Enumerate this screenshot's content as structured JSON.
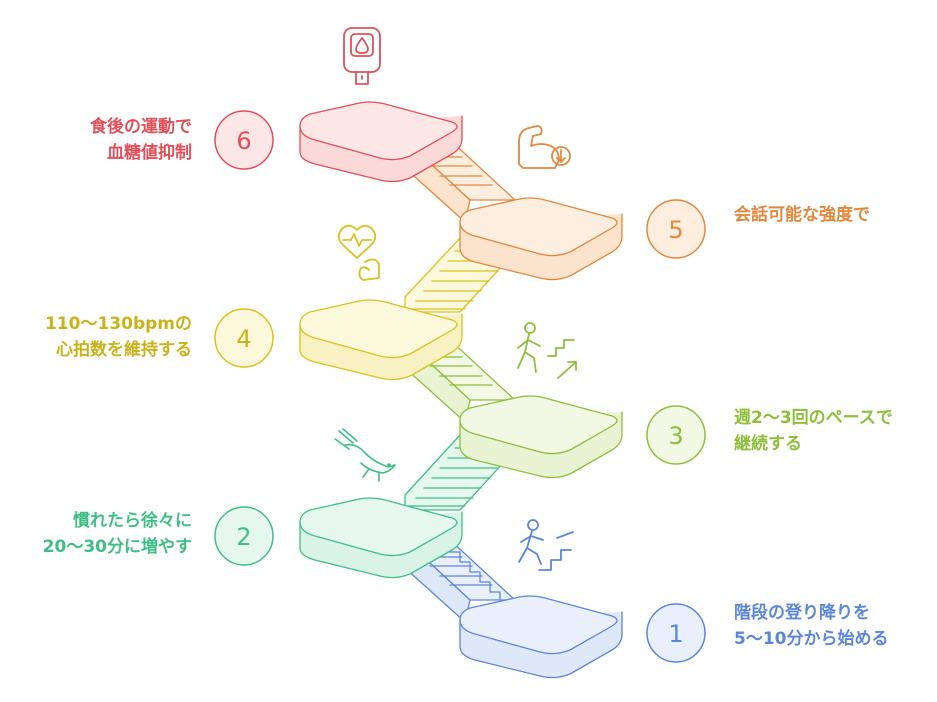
{
  "steps": [
    {
      "num": "1",
      "line1": "階段の登り降りを",
      "line2": "5〜10分から始める",
      "color": "#5b87d6",
      "fill": "#e9f0fb"
    },
    {
      "num": "2",
      "line1": "慣れたら徐々に",
      "line2": "20〜30分に増やす",
      "color": "#3fbf86",
      "fill": "#e6f7ee"
    },
    {
      "num": "3",
      "line1": "週2〜3回のペースで",
      "line2": "継続する",
      "color": "#8dbf3a",
      "fill": "#f1f8e3"
    },
    {
      "num": "4",
      "line1": "110〜130bpmの",
      "line2": "心拍数を維持する",
      "color": "#d9c21e",
      "fill": "#fcf8dc"
    },
    {
      "num": "5",
      "line1": "会話可能な強度で",
      "line2": "",
      "color": "#e2883c",
      "fill": "#fdeee0"
    },
    {
      "num": "6",
      "line1": "食後の運動で",
      "line2": "血糖値抑制",
      "color": "#e0505a",
      "fill": "#fde6e6"
    }
  ],
  "icons": [
    "stair-climber-icon",
    "running-bird-icon",
    "walker-stairs-icon",
    "heart-arm-icon",
    "flexed-arm-icon",
    "glucose-meter-icon"
  ]
}
